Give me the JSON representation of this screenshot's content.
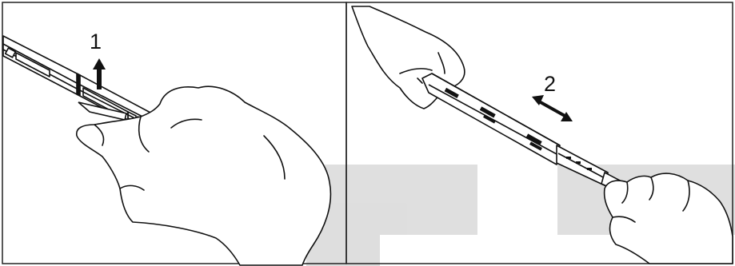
{
  "steps": [
    {
      "number": "1",
      "action": "release-latch-lift-up"
    },
    {
      "number": "2",
      "action": "slide-back-and-forth"
    }
  ],
  "colors": {
    "ink": "#111111",
    "background": "#ffffff",
    "watermark": "#d9d9d9",
    "frame": "#222222"
  },
  "icons": [
    "arrow-up-icon",
    "double-arrow-icon",
    "hand-icon",
    "drawer-slide-rail"
  ]
}
